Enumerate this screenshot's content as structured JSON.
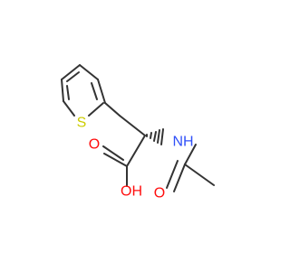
{
  "molecule": {
    "atoms": [
      {
        "id": "s1",
        "symbol": "S",
        "color": "#cccc00"
      },
      {
        "id": "n1",
        "symbol": "NH",
        "color": "#3050f8"
      },
      {
        "id": "o_carbonyl_acid",
        "symbol": "O",
        "color": "#ff0d0d"
      },
      {
        "id": "o_hydroxyl",
        "symbol": "OH",
        "color": "#ff0d0d"
      },
      {
        "id": "o_amide",
        "symbol": "O",
        "color": "#ff0d0d"
      }
    ],
    "bond_color": "#333333"
  }
}
